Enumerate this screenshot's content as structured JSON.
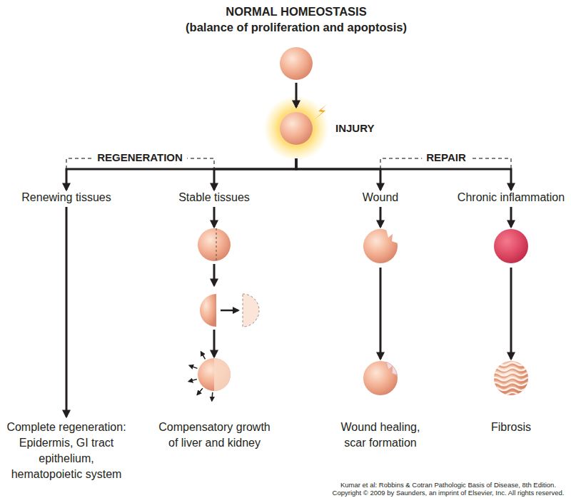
{
  "diagram": {
    "nodes": [
      {
        "text": [
          "NORMAL HOMEOSTASIS",
          "(balance of proliferation and apoptosis)"
        ]
      },
      {
        "text": [
          "INJURY"
        ]
      },
      {
        "text": [
          "Renewing tissues"
        ]
      },
      {
        "text": [
          "Stable tissues"
        ]
      },
      {
        "text": [
          "Wound"
        ]
      },
      {
        "text": [
          "Chronic inflammation"
        ]
      },
      {
        "text": [
          "Complete regeneration: Epidermis, GI tract epithelium, hematopoietic system"
        ]
      },
      {
        "text": [
          "Compensatory growth of liver and kidney"
        ]
      },
      {
        "text": [
          "Wound healing, scar formation"
        ]
      },
      {
        "text": [
          "Fibrosis"
        ]
      }
    ],
    "edges": [
      {
        "from": 0,
        "to": 1,
        "arrow": "to"
      },
      {
        "from": 1,
        "to": 2,
        "arrow": "to"
      },
      {
        "from": 1,
        "to": 3,
        "arrow": "to"
      },
      {
        "from": 1,
        "to": 4,
        "arrow": "to"
      },
      {
        "from": 1,
        "to": 5,
        "arrow": "to"
      },
      {
        "from": 2,
        "to": 6,
        "arrow": "to"
      }
    ],
    "labels": [
      "REGENERATION",
      "REPAIR",
      "Kumar et al: Robbins & Cotran Pathologic Basis of Disease, 8th Edition.",
      "Copyright © 2009 by Saunders, an imprint of Elsevier, Inc. All rights reserved."
    ]
  }
}
